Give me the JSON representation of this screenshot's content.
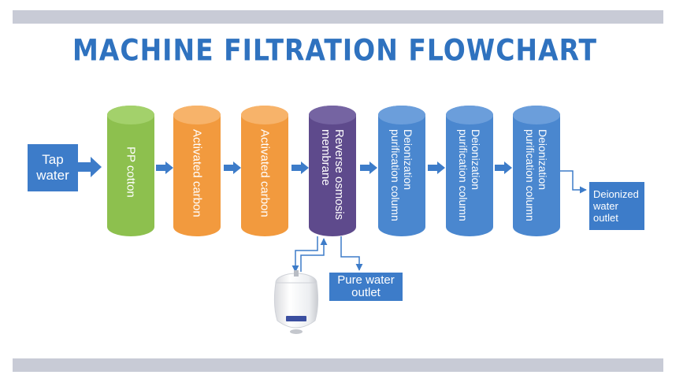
{
  "title": "MACHINE FILTRATION FLOWCHART",
  "input": {
    "label": "Tap water",
    "line1": "Tap",
    "line2": "water"
  },
  "stages": [
    {
      "label": "PP cotton",
      "color": "green"
    },
    {
      "label": "Activated carbon",
      "color": "orange"
    },
    {
      "label": "Activated carbon",
      "color": "orange"
    },
    {
      "label_line1": "Reverse osmosis",
      "label_line2": "membrane",
      "color": "purple"
    },
    {
      "label_line1": "Deionization",
      "label_line2": "purification column",
      "color": "blue"
    },
    {
      "label_line1": "Deionization",
      "label_line2": "purification column",
      "color": "blue"
    },
    {
      "label_line1": "Deionization",
      "label_line2": "purification column",
      "color": "blue"
    }
  ],
  "outputs": {
    "pure_line1": "Pure water",
    "pure_line2": "outlet",
    "deion_line1": "Deionized",
    "deion_line2": "water",
    "deion_line3": "outlet"
  },
  "colors": {
    "title": "#2f72bf",
    "green": "#8dc04e",
    "orange": "#f29a3e",
    "purple": "#5e4a8c",
    "blue": "#4a87cf",
    "box": "#3d7cc9"
  }
}
